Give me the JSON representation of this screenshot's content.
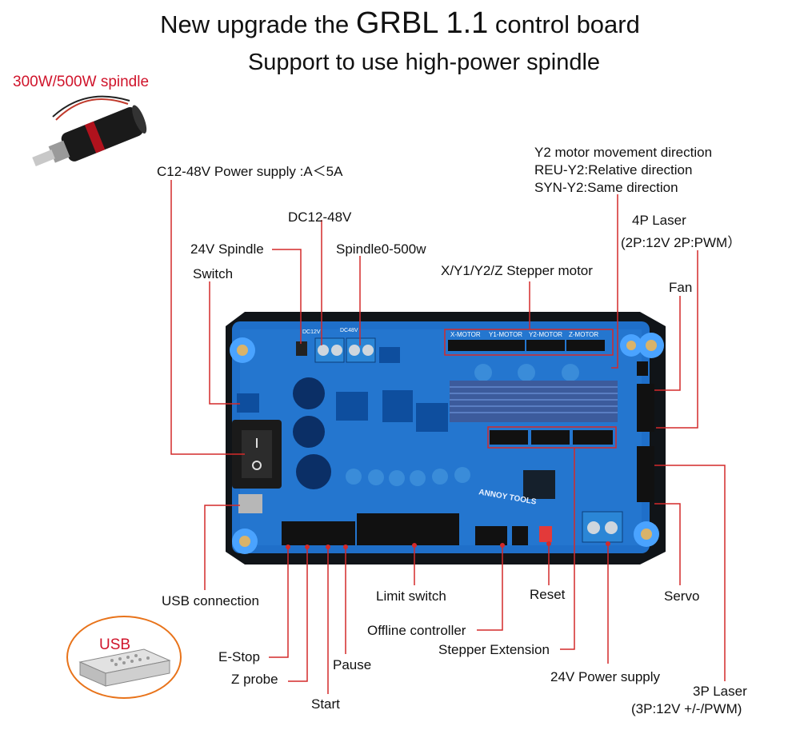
{
  "title": {
    "line1_pre": "New upgrade the ",
    "line1_big": "GRBL 1.1",
    "line1_post": " control board",
    "line2": "Support to use high-power spindle"
  },
  "spindle_label": "300W/500W spindle",
  "usb_label": "USB",
  "board_texts": {
    "logo": "ANNOY TOOLS",
    "motor_headers": [
      "X-MOTOR",
      "Y1-MOTOR",
      "Y2-MOTOR",
      "Z-MOTOR"
    ],
    "dc_in": "DC12V",
    "dc_out": "DC48V"
  },
  "callouts": {
    "power_supply": "C12-48V Power supply :A＜5A",
    "dc": "DC12-48V",
    "spindle24": "24V Spindle",
    "spindle500": "Spindle0-500w",
    "switch": "Switch",
    "stepper": "X/Y1/Y2/Z Stepper motor",
    "y2_line1": "Y2 motor movement direction",
    "y2_line2": "REU-Y2:Relative direction",
    "y2_line3": "SYN-Y2:Same direction",
    "laser4_line1": "4P Laser",
    "laser4_line2": "(2P:12V 2P:PWM）",
    "fan": "Fan",
    "usb_conn": "USB connection",
    "limit": "Limit switch",
    "reset": "Reset",
    "servo": "Servo",
    "offline": "Offline controller",
    "stepper_ext": "Stepper Extension",
    "estop": "E-Stop",
    "pause": "Pause",
    "zprobe": "Z probe",
    "start": "Start",
    "pwr24": "24V Power supply",
    "laser3_line1": "3P Laser",
    "laser3_line2": "(3P:12V +/-/PWM)"
  },
  "colors": {
    "callout_line": "#d42a2a",
    "board_blue": "#1f6fc9",
    "accent_red": "#d0142b",
    "oval": "#e8731a"
  }
}
